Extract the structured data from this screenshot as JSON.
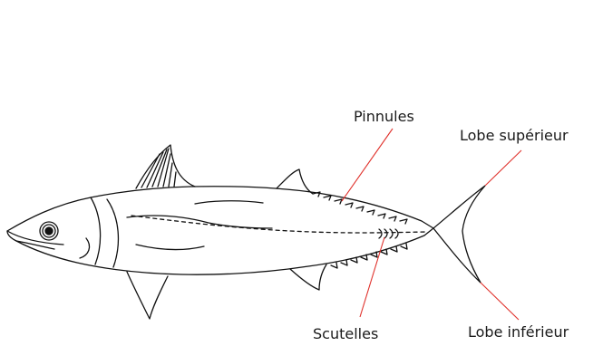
{
  "labels": {
    "pinnules": "Pinnules",
    "lobe_superieur": "Lobe supérieur",
    "scutelles": "Scutelles",
    "lobe_inferieur": "Lobe inférieur"
  },
  "colors": {
    "outline": "#111111",
    "leader_line": "#e0312b",
    "background": "#ffffff"
  }
}
